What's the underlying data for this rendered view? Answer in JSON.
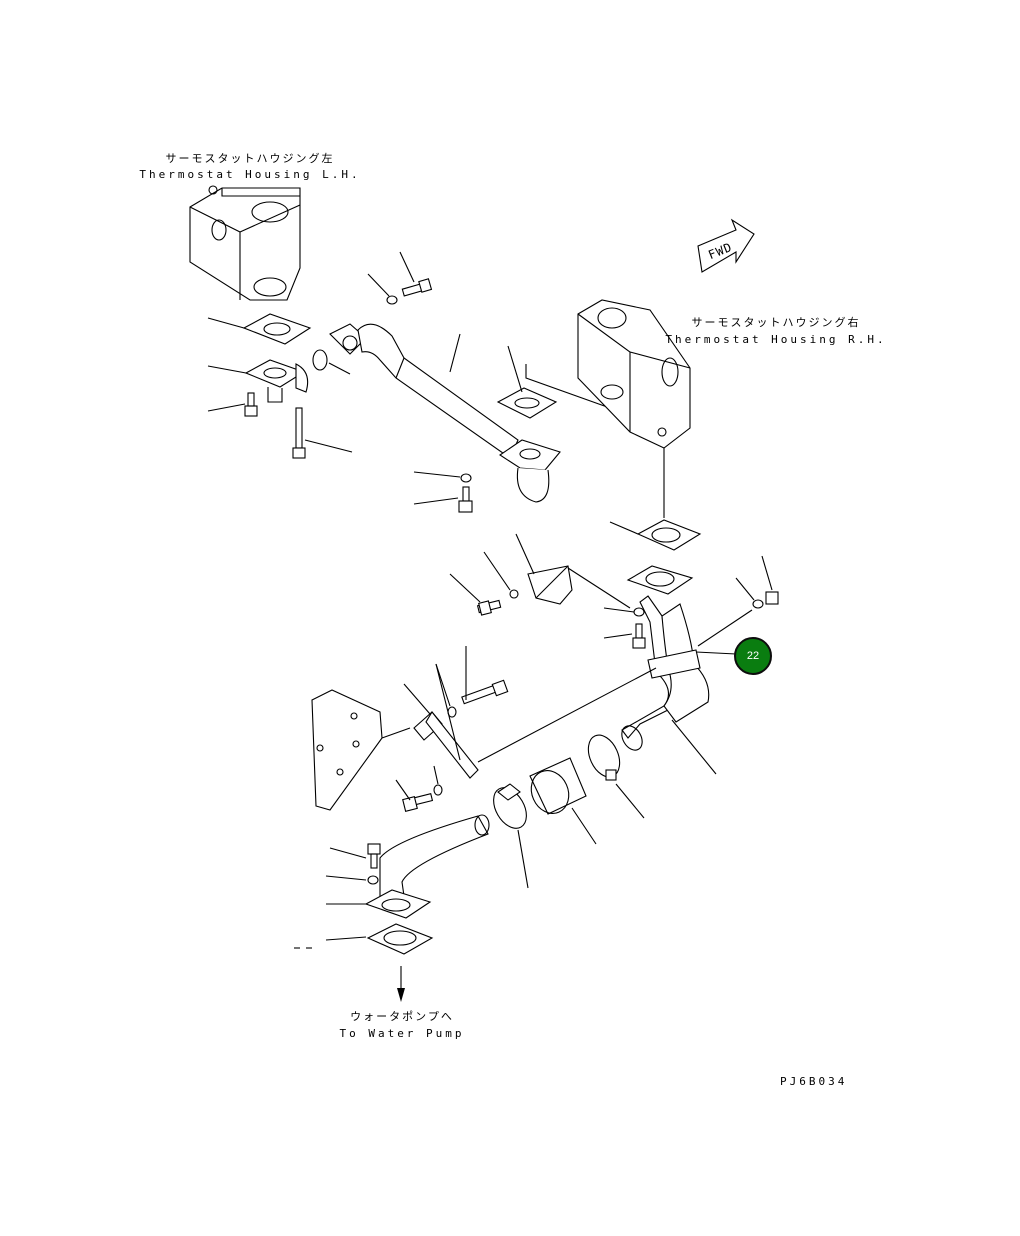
{
  "labels": {
    "thermostat_lh_jp": "サーモスタットハウジング左",
    "thermostat_lh_en": "Thermostat Housing L.H.",
    "thermostat_rh_jp": "サーモスタットハウジング右",
    "thermostat_rh_en": "Thermostat Housing R.H.",
    "fwd": "FWD",
    "water_pump_jp": "ウォータポンプへ",
    "water_pump_en": "To Water Pump",
    "drawing_code": "PJ6B034"
  },
  "callouts": [
    {
      "number": "22",
      "color": "#0a7d10",
      "part": "water-tube"
    }
  ]
}
